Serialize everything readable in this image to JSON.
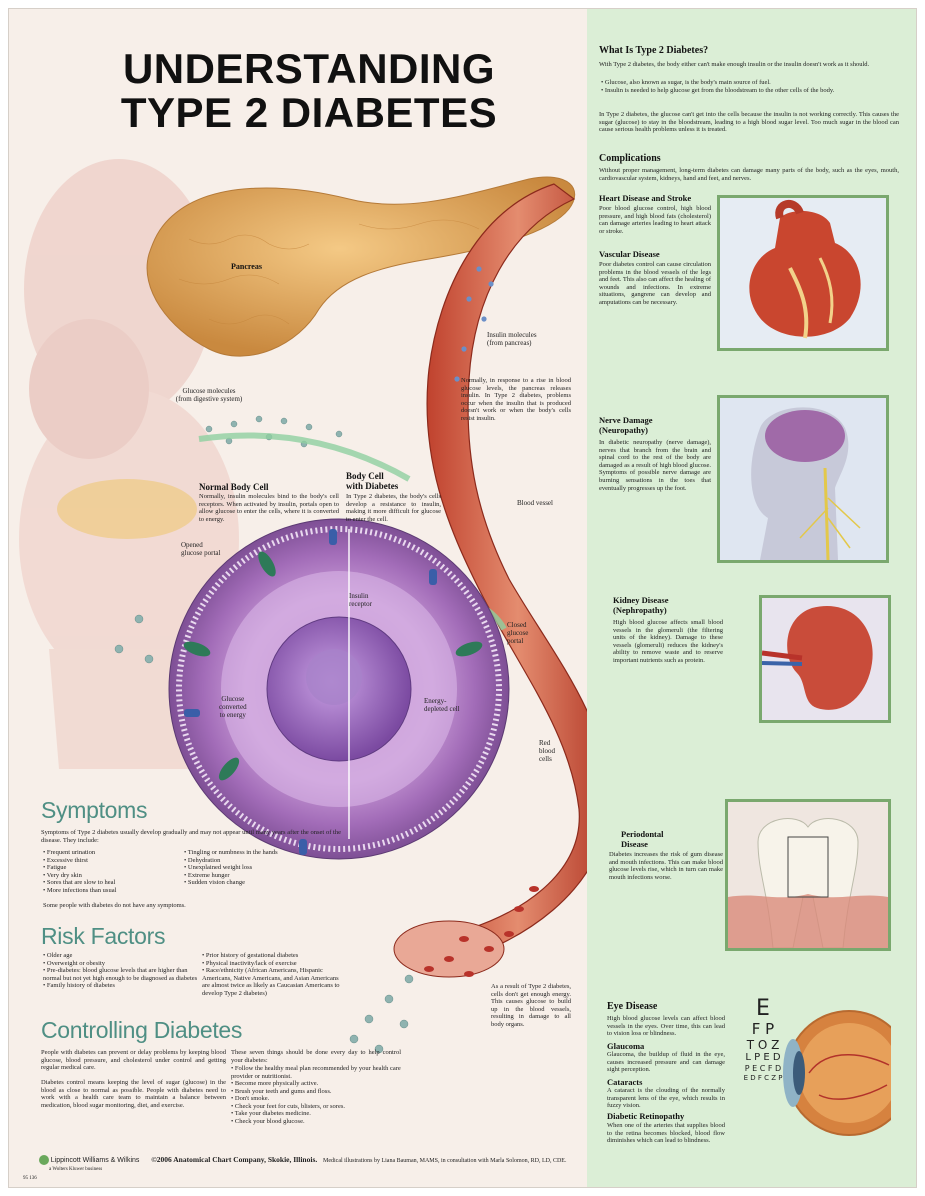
{
  "title": {
    "line1": "UNDERSTANDING",
    "line2": "TYPE 2 DIABETES"
  },
  "labels": {
    "pancreas": "Pancreas",
    "glucose_molecules": "Glucose molecules\n(from digestive system)",
    "insulin_molecules": "Insulin molecules\n(from pancreas)",
    "normal_cell_title": "Normal Body Cell",
    "normal_cell_text": "Normally, insulin molecules bind to the body's cell receptors. When activated by insulin, portals open to allow glucose to enter the cells, where it is converted to energy.",
    "diabetes_cell_title": "Body Cell\nwith Diabetes",
    "diabetes_cell_text": "In Type 2 diabetes, the body's cells develop a resistance to insulin, making it more difficult for glucose to enter the cell.",
    "normally_text": "Normally, in response to a rise in blood glucose levels, the pancreas releases insulin. In Type 2 diabetes, problems occur when the insulin that is produced doesn't work or when the body's cells resist insulin.",
    "blood_vessel": "Blood vessel",
    "opened_portal": "Opened\nglucose portal",
    "insulin_receptor": "Insulin\nreceptor",
    "closed_portal": "Closed\nglucose\nportal",
    "glucose_energy": "Glucose\nconverted\nto energy",
    "energy_depleted": "Energy-\ndepleted cell",
    "red_blood": "Red\nblood\ncells",
    "result_text": "As a result of Type 2 diabetes, cells don't get enough energy. This causes glucose to build up in the blood vessels, resulting in damage to all body organs."
  },
  "symptoms": {
    "heading": "Symptoms",
    "intro": "Symptoms of Type 2 diabetes usually develop gradually and may not appear until many years after the onset of the disease. They include:",
    "col1": [
      "Frequent urination",
      "Excessive thirst",
      "Fatigue",
      "Very dry skin",
      "Sores that are slow to heal",
      "More infections than usual"
    ],
    "col2": [
      "Tingling or numbness in the hands",
      "Dehydration",
      "Unexplained weight loss",
      "Extreme hunger",
      "Sudden vision change"
    ],
    "note": "Some people with diabetes do not have any symptoms."
  },
  "risk": {
    "heading": "Risk Factors",
    "col1": [
      "Older age",
      "Overweight or obesity",
      "Pre-diabetes: blood glucose levels that are higher than normal but not yet high enough to be diagnosed as diabetes",
      "Family history of diabetes"
    ],
    "col2": [
      "Prior history of gestational diabetes",
      "Physical inactivity/lack of exercise",
      "Race/ethnicity (African Americans, Hispanic Americans, Native Americans, and Asian Americans are almost twice as likely as Caucasian Americans to develop Type 2 diabetes)"
    ]
  },
  "controlling": {
    "heading": "Controlling Diabetes",
    "p1": "People with diabetes can prevent or delay problems by keeping blood glucose, blood pressure, and cholesterol under control and getting regular medical care.",
    "p2": "Diabetes control means keeping the level of sugar (glucose) in the blood as close to normal as possible. People with diabetes need to work with a health care team to maintain a balance between medication, blood sugar monitoring, diet, and exercise.",
    "intro2": "These seven things should be done every day to help control your diabetes:",
    "list": [
      "Follow the healthy meal plan recommended by your health care provider or nutritionist.",
      "Become more physically active.",
      "Brush your teeth and gums and floss.",
      "Don't smoke.",
      "Check your feet for cuts, blisters, or sores.",
      "Take your diabetes medicine.",
      "Check your blood glucose."
    ]
  },
  "right": {
    "what_head": "What Is Type 2 Diabetes?",
    "what_p1": "With Type 2 diabetes, the body either can't make enough insulin or the insulin doesn't work as it should.",
    "what_b1": "Glucose, also known as sugar, is the body's main source of fuel.",
    "what_b2": "Insulin is needed to help glucose get from the bloodstream to the other cells of the body.",
    "what_p2": "In Type 2 diabetes, the glucose can't get into the cells because the insulin is not working correctly. This causes the sugar (glucose) to stay in the bloodstream, leading to a high blood sugar level. Too much sugar in the blood can cause serious health problems unless it is treated.",
    "comp_head": "Complications",
    "comp_p": "Without proper management, long-term diabetes can damage many parts of the body, such as the eyes, mouth, cardiovascular system, kidneys, hand and feet, and nerves.",
    "heart_head": "Heart Disease and Stroke",
    "heart_p": "Poor blood glucose control, high blood pressure, and high blood fats (cholesterol) can damage arteries leading to heart attack or stroke.",
    "vasc_head": "Vascular Disease",
    "vasc_p": "Poor diabetes control can cause circulation problems in the blood vessels of the legs and feet. This also can affect the healing of wounds and infections. In extreme situations, gangrene can develop and amputations can be necessary.",
    "nerve_head": "Nerve Damage\n(Neuropathy)",
    "nerve_p": "In diabetic neuropathy (nerve damage), nerves that branch from the brain and spinal cord to the rest of the body are damaged as a result of high blood glucose. Symptoms of possible nerve damage are burning sensations in the toes that eventually progresses up the foot.",
    "kidney_head": "Kidney Disease\n(Nephropathy)",
    "kidney_p": "High blood glucose affects small blood vessels in the glomeruli (the filtering units of the kidney). Damage to these vessels (glomeruli) reduces the kidney's ability to remove waste and to reserve important nutrients such as protein.",
    "perio_head": "Periodontal\nDisease",
    "perio_p": "Diabetes increases the risk of gum disease and mouth infections. This can make blood glucose levels rise, which in turn can make mouth infections worse.",
    "eye_head": "Eye Disease",
    "eye_p": "High blood glucose levels can affect blood vessels in the eyes. Over time, this can lead to vision loss or blindness.",
    "glau_head": "Glaucoma",
    "glau_p": "Glaucoma, the buildup of fluid in the eye, causes increased pressure and can damage sight perception.",
    "cat_head": "Cataracts",
    "cat_p": "A cataract is the clouding of the normally transparent lens of the eye, which results in fuzzy vision.",
    "ret_head": "Diabetic Retinopathy",
    "ret_p": "When one of the arteries that supplies blood to the retina becomes blocked, blood flow diminishes which can lead to blindness.",
    "eye_chart": [
      "E",
      "F P",
      "T O Z",
      "L P E D",
      "P E C F D",
      "E D F C Z P"
    ]
  },
  "footer": {
    "publisher": "Lippincott Williams & Wilkins",
    "publisher_sub": "a Wolters Kluwer business",
    "copyright": "©2006 Anatomical Chart Company, Skokie, Illinois.",
    "credits": "Medical illustrations by Liana Bauman, MAMS, in consultation with Marla Solomon, RD, LD, CDE.",
    "code": "95 136"
  }
}
